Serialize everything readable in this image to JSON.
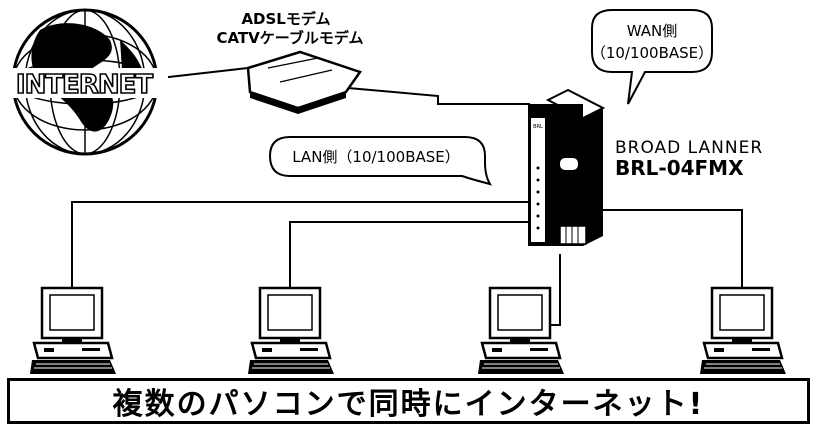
{
  "internet": {
    "label": "INTERNET"
  },
  "modem": {
    "line1": "ADSLモデム",
    "line2": "CATVケーブルモデム"
  },
  "wan_bubble": {
    "line1": "WAN側",
    "line2": "（10/100BASE）"
  },
  "lan_bubble": {
    "text": "LAN側（10/100BASE）"
  },
  "router": {
    "name": "BROAD  LANNER",
    "model": "BRL-04FMX",
    "front_label": "BRL"
  },
  "banner": {
    "text": "複数のパソコンで同時にインターネット!"
  },
  "colors": {
    "ink": "#000000",
    "paper": "#ffffff",
    "grey": "#cfcfcf"
  },
  "icons": [
    "globe-icon",
    "modem-icon",
    "router-icon",
    "computer-icon"
  ]
}
